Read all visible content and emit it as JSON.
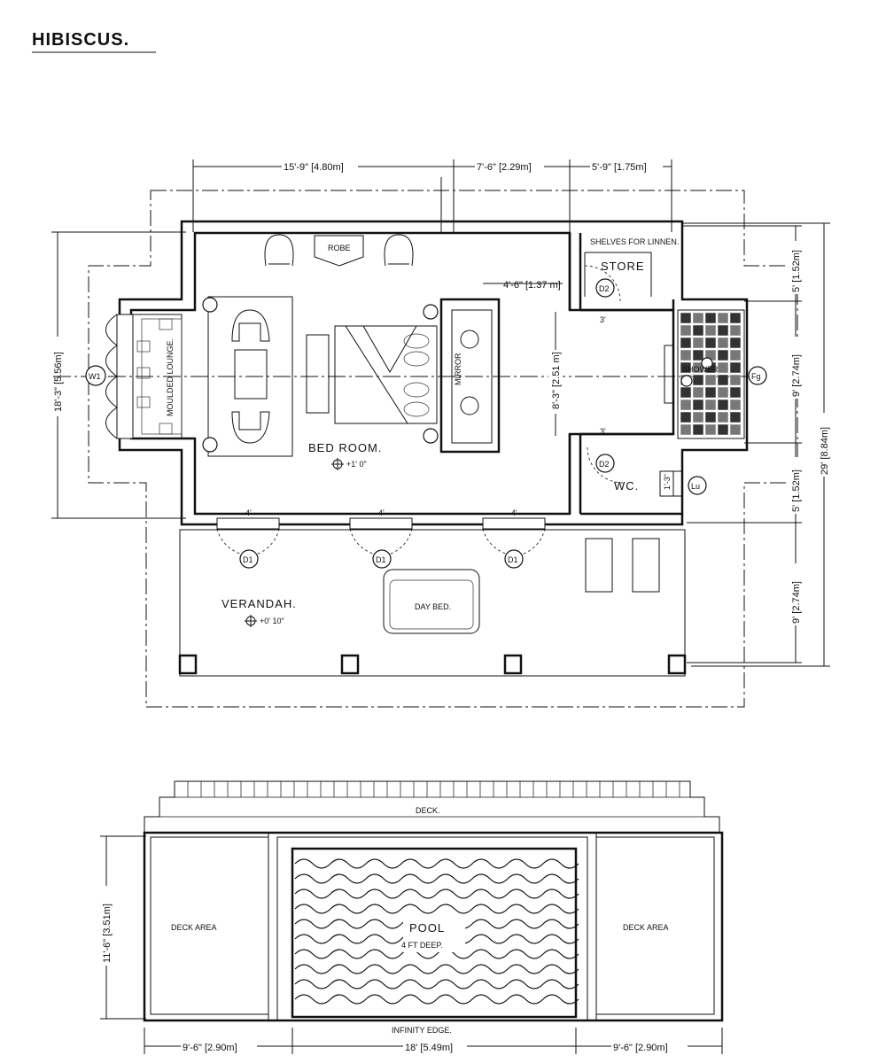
{
  "title": "HIBISCUS.",
  "rooms": {
    "robe": "ROBE",
    "shelves": "SHELVES FOR LINNEN.",
    "store": "STORE",
    "bedroom": "BED ROOM.",
    "bedroom_level": "+1' 0\"",
    "lounge": "MOULDED LOUNGE.",
    "mirror": "MIRROR",
    "shower": "SHOWER",
    "wc": "WC.",
    "verandah": "VERANDAH.",
    "verandah_level": "+0' 10\"",
    "day_bed": "DAY BED.",
    "deck": "DECK.",
    "deck_area": "DECK AREA",
    "pool": "POOL",
    "pool_depth": "4 FT DEEP.",
    "infinity_edge": "INFINITY EDGE."
  },
  "tags": {
    "d1": "D1",
    "d2": "D2",
    "w1": "W1",
    "fg": "Fg",
    "lu": "Lu",
    "door_width": "3'",
    "window_width": "4'",
    "lu_width": "1'-3\""
  },
  "dimensions": {
    "top_a": "15'-9\" [4.80m]",
    "top_b": "7'-6\" [2.29m]",
    "top_c": "5'-9\" [1.75m]",
    "bath_w": "4'-6\" [1.37 m]",
    "bath_depth": "8'-3\" [2.51 m]",
    "left_h": "18'-3\" [5.56m]",
    "right_a": "5' [1.52m]",
    "right_b": "9' [2.74m]",
    "right_c": "5' [1.52m]",
    "right_d": "9' [2.74m]",
    "right_total": "29' [8.84m]",
    "pool_h": "11'-6\" [3.51m]",
    "bottom_a": "9'-6\" [2.90m]",
    "bottom_b": "18' [5.49m]",
    "bottom_c": "9'-6\" [2.90m]"
  }
}
